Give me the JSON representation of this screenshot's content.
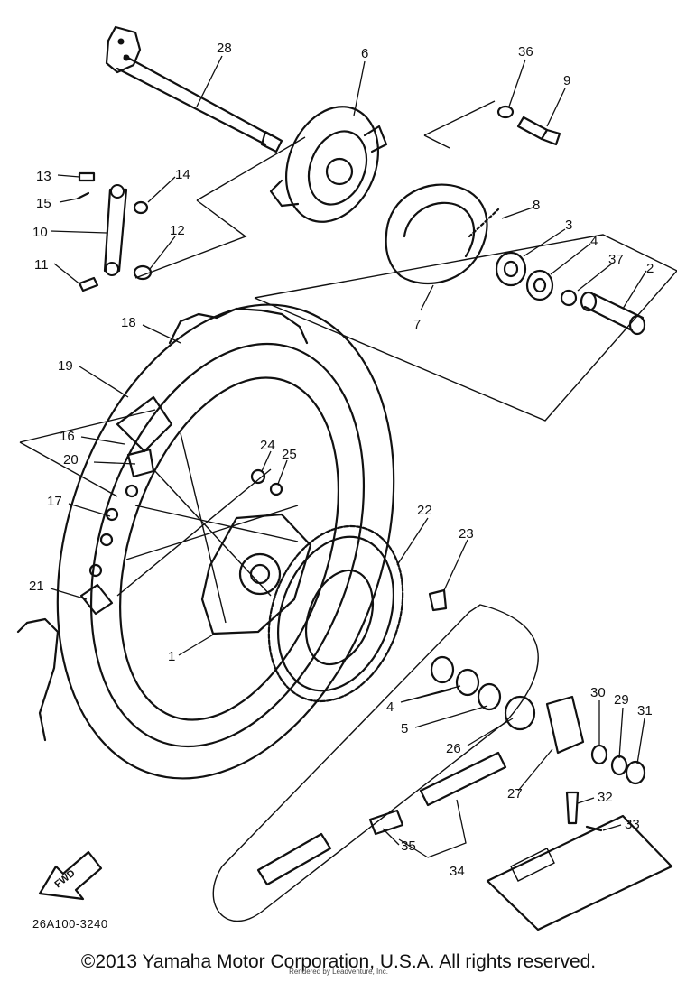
{
  "diagram": {
    "code": "26A100-3240",
    "fwd_label": "FWD",
    "callouts": [
      "28",
      "6",
      "36",
      "9",
      "13",
      "14",
      "15",
      "10",
      "12",
      "11",
      "8",
      "3",
      "4",
      "37",
      "2",
      "7",
      "18",
      "19",
      "16",
      "20",
      "24",
      "25",
      "17",
      "22",
      "23",
      "21",
      "1",
      "4",
      "5",
      "30",
      "29",
      "31",
      "26",
      "27",
      "32",
      "33",
      "35",
      "34"
    ]
  },
  "footer": {
    "copyright": "©2013 Yamaha Motor Corporation, U.S.A. All rights reserved.",
    "rendered_by": "Rendered by Leadventure, Inc."
  }
}
